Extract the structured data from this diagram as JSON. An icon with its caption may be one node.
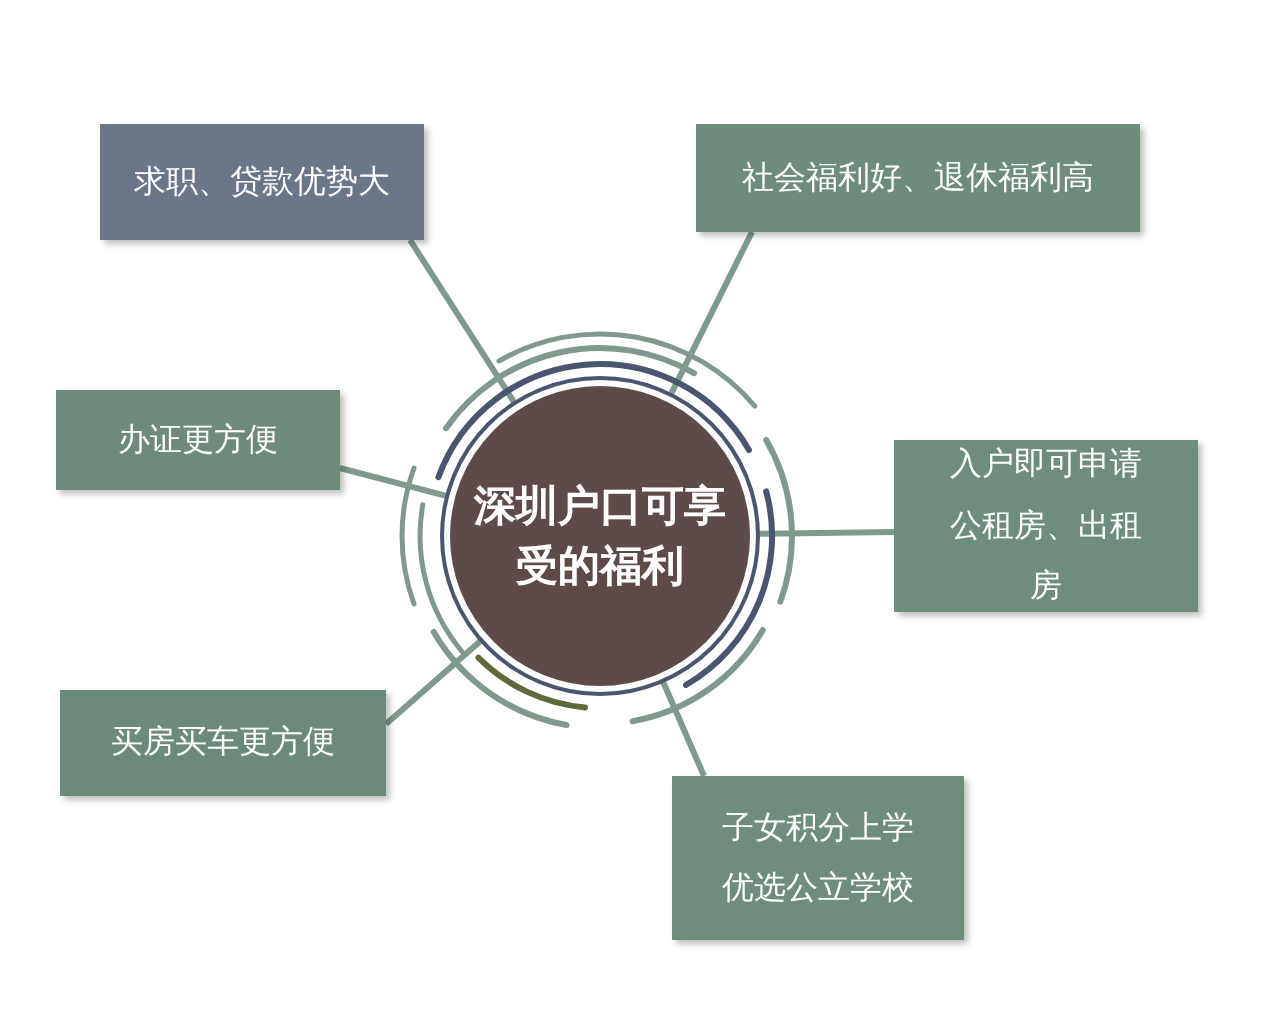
{
  "diagram": {
    "nodes": [
      {
        "text": [
          "深圳户口可享受的福利"
        ]
      },
      {
        "text": [
          "求职、贷款优势大"
        ]
      },
      {
        "text": [
          "社会福利好、退休福利高"
        ]
      },
      {
        "text": [
          "办证更方便"
        ]
      },
      {
        "text": [
          "入户即可申请公租房、出租房"
        ]
      },
      {
        "text": [
          "买房买车更方便"
        ]
      },
      {
        "text": [
          "子女积分上学优选公立学校"
        ]
      }
    ],
    "edges": [
      {
        "from": 0,
        "to": 1,
        "arrow": "none"
      },
      {
        "from": 0,
        "to": 2,
        "arrow": "none"
      },
      {
        "from": 0,
        "to": 3,
        "arrow": "none"
      },
      {
        "from": 0,
        "to": 4,
        "arrow": "none"
      },
      {
        "from": 0,
        "to": 5,
        "arrow": "none"
      },
      {
        "from": 0,
        "to": 6,
        "arrow": "none"
      }
    ]
  }
}
